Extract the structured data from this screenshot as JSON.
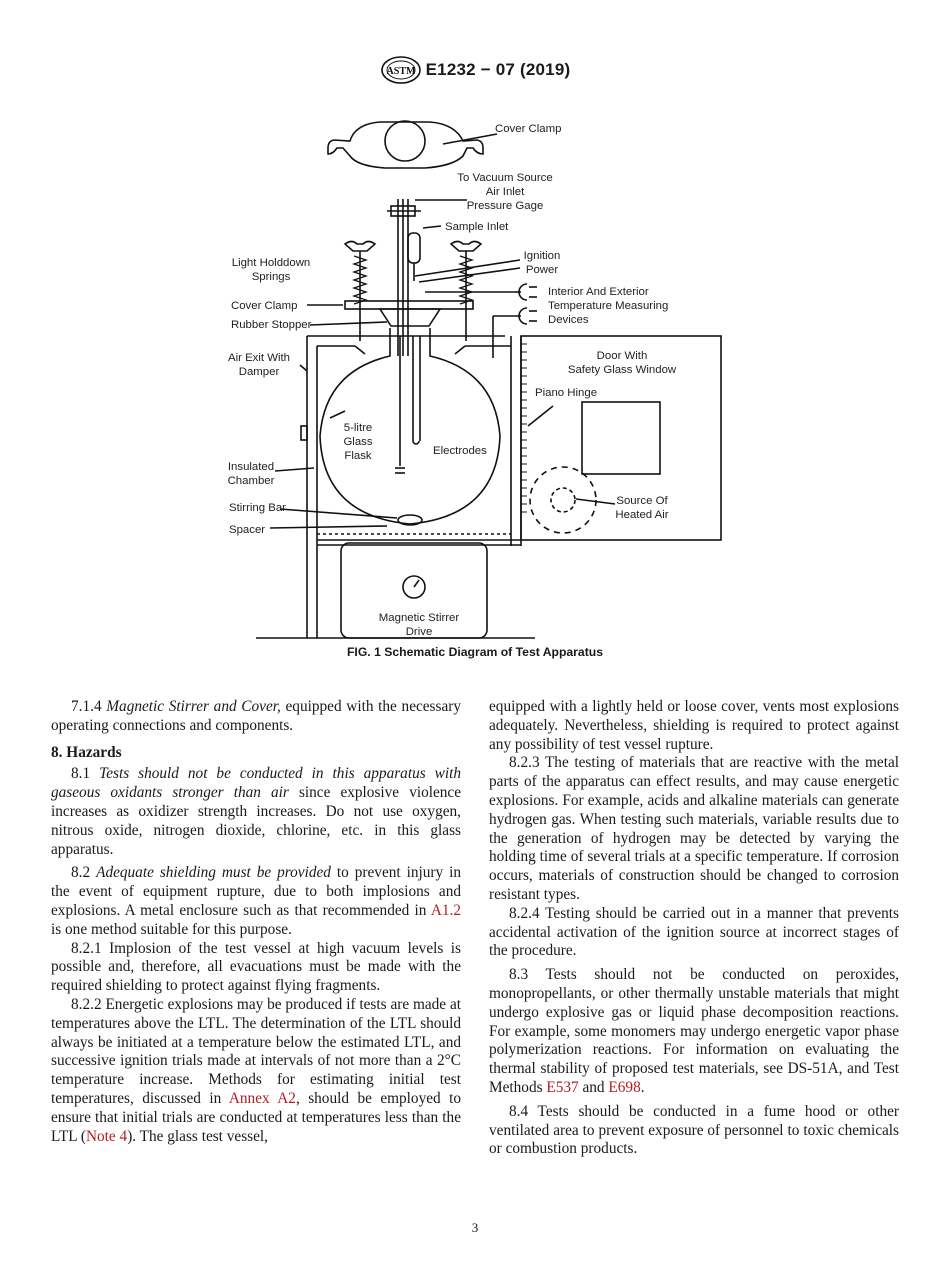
{
  "header": {
    "logo_text": "ASTM",
    "standard_id": "E1232 − 07 (2019)"
  },
  "figure": {
    "labels": {
      "cover_clamp_top": "Cover Clamp",
      "vacuum_1": "To Vacuum Source",
      "vacuum_2": "Air Inlet",
      "vacuum_3": "Pressure Gage",
      "sample_inlet": "Sample Inlet",
      "ignition_1": "Ignition",
      "ignition_2": "Power",
      "holddown_1": "Light Holddown",
      "holddown_2": "Springs",
      "cover_clamp": "Cover Clamp",
      "interior_1": "Interior And Exterior",
      "interior_2": "Temperature Measuring",
      "interior_3": "Devices",
      "rubber_stopper": "Rubber Stopper",
      "air_exit_1": "Air Exit With",
      "air_exit_2": "Damper",
      "door_1": "Door With",
      "door_2": "Safety Glass Window",
      "piano_hinge": "Piano Hinge",
      "flask_1": "5-litre",
      "flask_2": "Glass",
      "flask_3": "Flask",
      "electrodes": "Electrodes",
      "insulated_1": "Insulated",
      "insulated_2": "Chamber",
      "heated_1": "Source Of",
      "heated_2": "Heated Air",
      "stirring_bar": "Stirring Bar",
      "spacer": "Spacer",
      "stirrer_1": "Magnetic Stirrer",
      "stirrer_2": "Drive"
    },
    "caption": "FIG. 1 Schematic Diagram of Test Apparatus"
  },
  "left_column": {
    "p714_num": "7.1.4 ",
    "p714_italic": "Magnetic Stirrer and Cover,",
    "p714_text": " equipped with the necessary operating connections and components.",
    "heading": "8. Hazards",
    "p81_num": "8.1 ",
    "p81_italic": "Tests should not be conducted in this apparatus with gaseous oxidants stronger than air",
    "p81_text": " since explosive violence increases as oxidizer strength increases. Do not use oxygen, nitrous oxide, nitrogen dioxide, chlorine, etc. in this glass apparatus.",
    "p82_num": "8.2 ",
    "p82_italic": "Adequate shielding must be provided",
    "p82_text": " to prevent injury in the event of equipment rupture, due to both implosions and explosions. A metal enclosure such as that recommended in ",
    "p82_link": "A1.2",
    "p82_tail": " is one method suitable for this purpose.",
    "p821": "8.2.1 Implosion of the test vessel at high vacuum levels is possible and, therefore, all evacuations must be made with the required shielding to protect against flying fragments.",
    "p822_text": "8.2.2 Energetic explosions may be produced if tests are made at temperatures above the LTL. The determination of the LTL should always be initiated at a temperature below the estimated LTL, and successive ignition trials made at intervals of not more than a 2°C temperature increase. Methods for estimating initial test temperatures, discussed in ",
    "p822_link1": "Annex A2",
    "p822_mid": ", should be employed to ensure that initial trials are conducted at temperatures less than the LTL (",
    "p822_link2": "Note 4",
    "p822_tail": "). The glass test vessel,"
  },
  "right_column": {
    "p822_cont": "equipped with a lightly held or loose cover, vents most explosions adequately. Nevertheless, shielding is required to protect against any possibility of test vessel rupture.",
    "p823": "8.2.3 The testing of materials that are reactive with the metal parts of the apparatus can effect results, and may cause energetic explosions. For example, acids and alkaline materials can generate hydrogen gas. When testing such materials, variable results due to the generation of hydrogen may be detected by varying the holding time of several trials at a specific temperature. If corrosion occurs, materials of construction should be changed to corrosion resistant types.",
    "p824": "8.2.4 Testing should be carried out in a manner that prevents accidental activation of the ignition source at incorrect stages of the procedure.",
    "p83_text": "8.3 Tests should not be conducted on peroxides, monopropellants, or other thermally unstable materials that might undergo explosive gas or liquid phase decomposition reactions. For example, some monomers may undergo energetic vapor phase polymerization reactions. For information on evaluating the thermal stability of proposed test materials, see DS-51A, and Test Methods ",
    "p83_link1": "E537",
    "p83_and": " and ",
    "p83_link2": "E698",
    "p83_tail": ".",
    "p84": "8.4 Tests should be conducted in a fume hood or other ventilated area to prevent exposure of personnel to toxic chemicals or combustion products."
  },
  "footer": {
    "page_number": "3"
  },
  "colors": {
    "link": "#b01e23",
    "text": "#1a1a1a"
  }
}
